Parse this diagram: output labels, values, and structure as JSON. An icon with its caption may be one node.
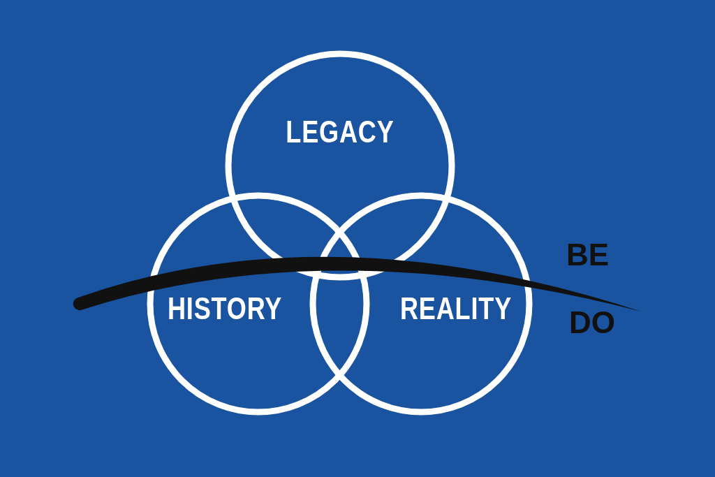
{
  "diagram": {
    "nodes": [
      {
        "text": [
          "LEGACY"
        ]
      },
      {
        "text": [
          "HISTORY"
        ]
      },
      {
        "text": [
          "REALITY"
        ]
      },
      {
        "text": [],
        "shape": "curve"
      }
    ],
    "labels": [
      "BE",
      "DO"
    ]
  }
}
